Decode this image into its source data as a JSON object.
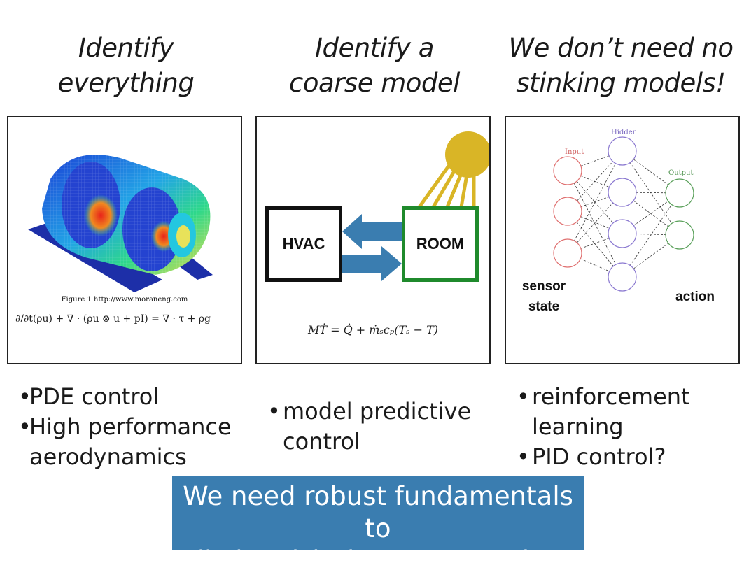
{
  "columns": [
    {
      "title_line1": "Identify",
      "title_line2": "everything",
      "figure_caption": "Figure 1  http://www.moraneng.com",
      "equation": "∂/∂t(ρu) + ∇ · (ρu ⊗ u + pI) = ∇ · τ + ρg",
      "bullets": [
        "PDE control",
        "High performance aerodynamics"
      ]
    },
    {
      "title_line1": "Identify a",
      "title_line2": "coarse model",
      "box_left": "HVAC",
      "box_right": "ROOM",
      "equation": "MṪ = Q̇ + ṁₛcₚ(Tₛ − T)",
      "bullets": [
        "model predictive control"
      ]
    },
    {
      "title_line1": "We don’t need no",
      "title_line2": "stinking models!",
      "layer_labels": [
        "Input",
        "Hidden",
        "Output"
      ],
      "sensor_label_line1": "sensor",
      "sensor_label_line2": "state",
      "action_label": "action",
      "bullets": [
        "reinforcement learning",
        "PID control?"
      ]
    }
  ],
  "banner": {
    "line1": "We need robust fundamentals to",
    "line2": "distinguish these approaches"
  },
  "colors": {
    "banner": "#3a7db0",
    "arrow": "#3a7db0",
    "sun": "#d9b526",
    "room_border": "#1f8a2c",
    "input_nodes": "#e07070",
    "hidden_nodes": "#8a78d0",
    "output_nodes": "#5aa05a"
  }
}
